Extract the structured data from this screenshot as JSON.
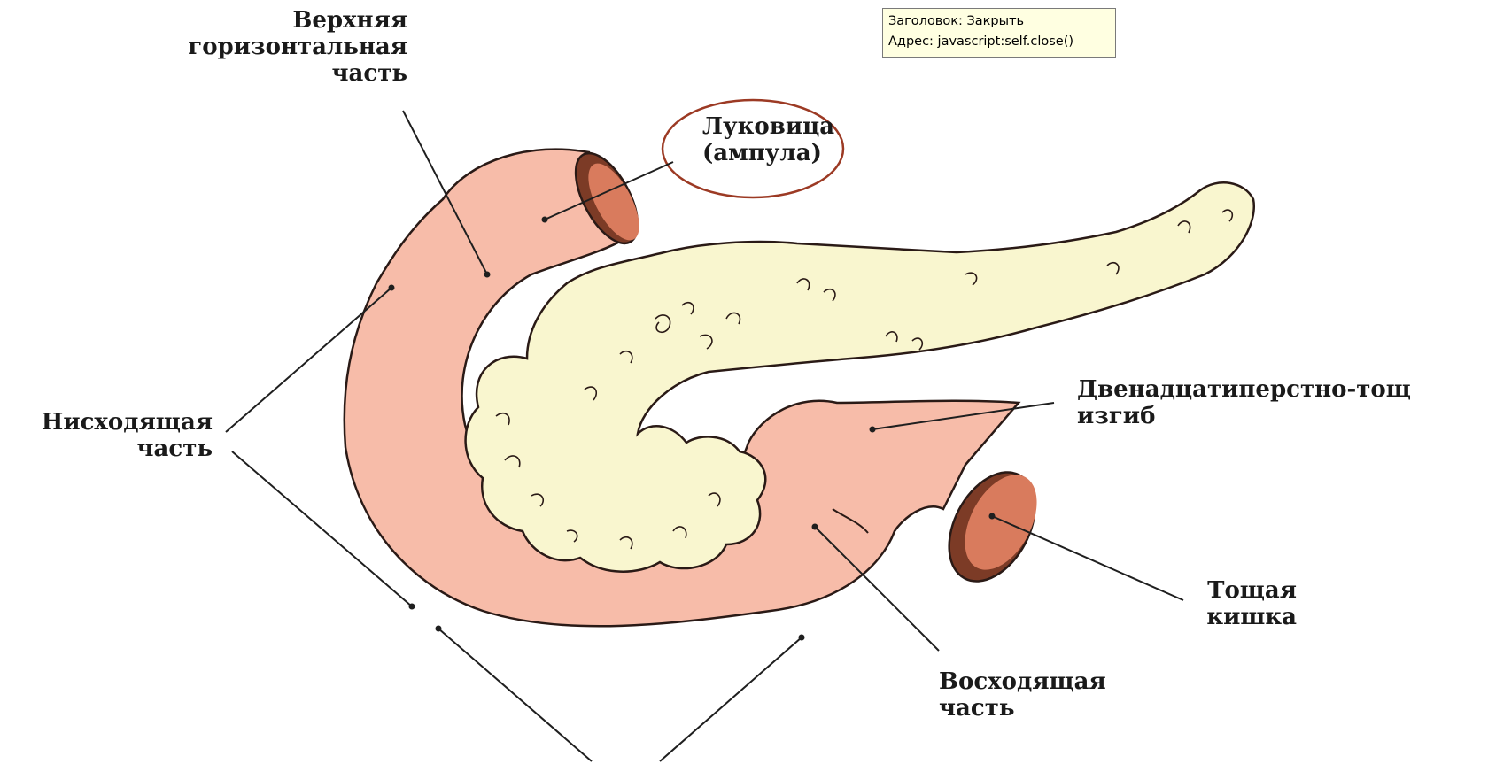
{
  "tooltip": {
    "title_line": "Заголовок: Закрыть",
    "address_line": "Адрес: javascript:self.close()"
  },
  "labels": {
    "upper_horizontal": [
      "Верхняя",
      "горизонтальная",
      "часть"
    ],
    "bulb": [
      "Луковица",
      "(ампула)"
    ],
    "descending": [
      "Нисходящая",
      "часть"
    ],
    "duodenojejunal_flexure": [
      "Двенадцатиперстно-тощ",
      "изгиб"
    ],
    "jejunum": [
      "Тощая",
      "кишка"
    ],
    "ascending": [
      "Восходящая",
      "часть"
    ]
  },
  "colors": {
    "duodenum": "#f7bca9",
    "duodenum_outline": "#2a1a16",
    "pancreas": "#f9f6cf",
    "lumen_outer": "#7c3b26",
    "lumen_inner": "#d97b5d",
    "highlight_circle": "#9c3a24",
    "leader_line": "#1f1f1f"
  }
}
